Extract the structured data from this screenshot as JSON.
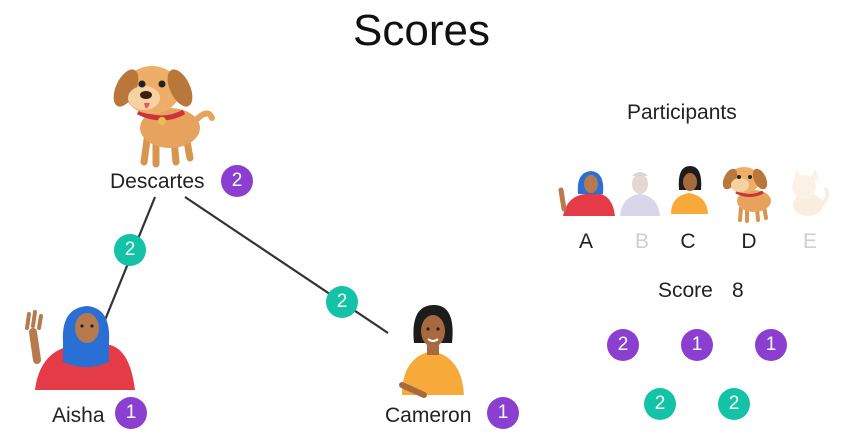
{
  "title": "Scores",
  "nodes": {
    "descartes": {
      "name": "Descartes",
      "score": "2",
      "icon": "dog"
    },
    "aisha": {
      "name": "Aisha",
      "score": "1",
      "icon": "woman-hijab-waving"
    },
    "cameron": {
      "name": "Cameron",
      "score": "1",
      "icon": "woman-orange-shirt"
    }
  },
  "edges": [
    {
      "from": "Descartes",
      "to": "Aisha",
      "weight": "2"
    },
    {
      "from": "Descartes",
      "to": "Cameron",
      "weight": "2"
    }
  ],
  "participants": {
    "heading": "Participants",
    "items": [
      {
        "letter": "A",
        "icon": "woman-hijab-waving",
        "active": true
      },
      {
        "letter": "B",
        "icon": "man-grey",
        "active": false
      },
      {
        "letter": "C",
        "icon": "woman-orange-shirt",
        "active": true
      },
      {
        "letter": "D",
        "icon": "dog",
        "active": true
      },
      {
        "letter": "E",
        "icon": "cat",
        "active": false
      }
    ]
  },
  "score": {
    "label": "Score",
    "value": "8"
  },
  "score_tokens": {
    "purple": [
      "2",
      "1",
      "1"
    ],
    "teal": [
      "2",
      "2"
    ]
  },
  "colors": {
    "node_badge": "#8a3fd1",
    "edge_badge": "#14c2a8",
    "edge_line": "#333333"
  }
}
